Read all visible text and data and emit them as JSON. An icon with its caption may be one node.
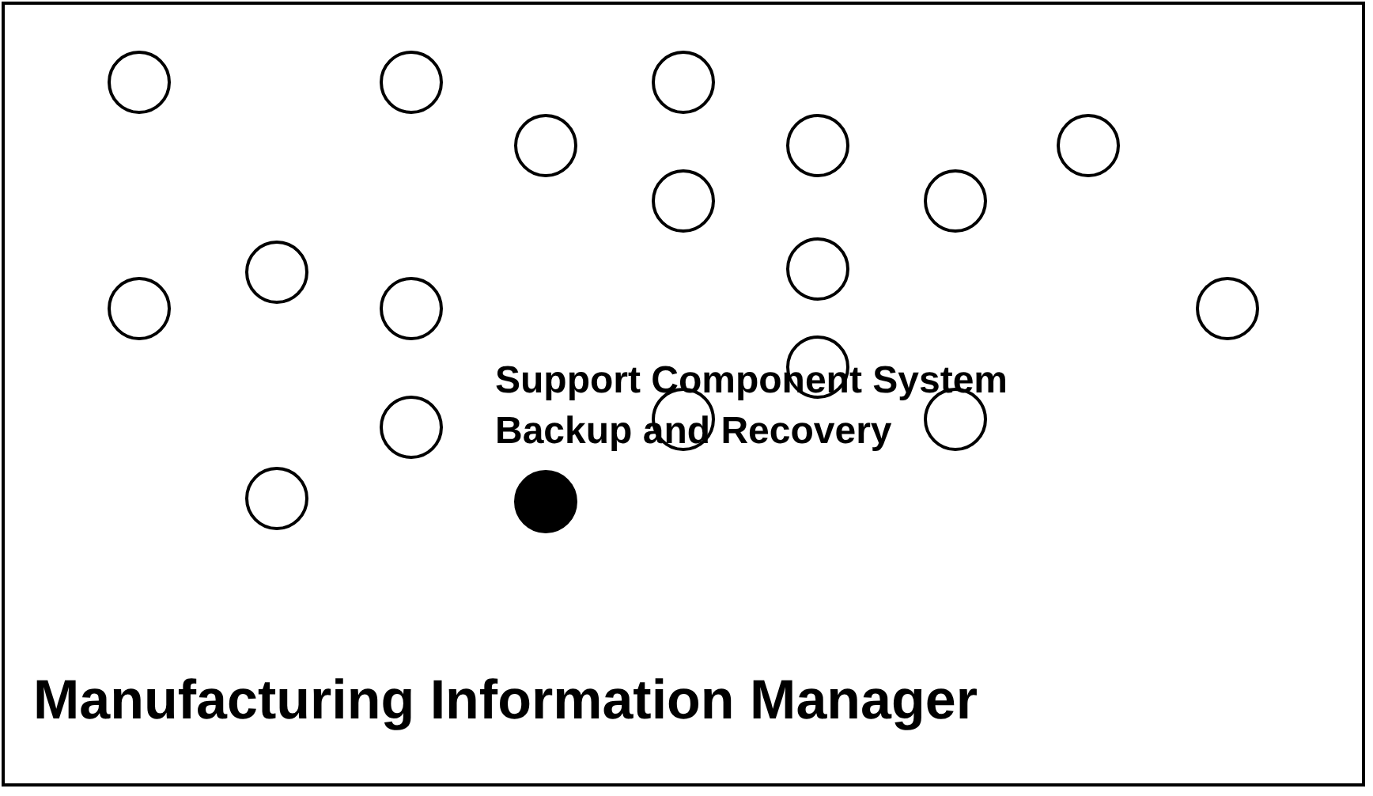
{
  "diagram": {
    "nodes": [
      {
        "text": [
          "Manufacturing Information Manager"
        ]
      },
      {
        "text": [],
        "shape": "circle",
        "in": 0
      },
      {
        "text": [],
        "shape": "circle",
        "in": 0
      },
      {
        "text": [],
        "shape": "circle",
        "in": 0
      },
      {
        "text": [],
        "shape": "circle",
        "in": 0
      },
      {
        "text": [],
        "shape": "circle",
        "in": 0
      },
      {
        "text": [],
        "shape": "circle",
        "in": 0
      },
      {
        "text": [],
        "shape": "circle",
        "in": 0
      },
      {
        "text": [],
        "shape": "circle",
        "in": 0
      },
      {
        "text": [],
        "shape": "circle",
        "in": 0
      },
      {
        "text": [],
        "shape": "circle",
        "in": 0
      },
      {
        "text": [],
        "shape": "circle",
        "in": 0
      },
      {
        "text": [],
        "shape": "circle",
        "in": 0
      },
      {
        "text": [],
        "shape": "circle",
        "in": 0
      },
      {
        "text": [],
        "shape": "circle",
        "in": 0
      },
      {
        "text": [],
        "shape": "circle",
        "in": 0
      },
      {
        "text": [],
        "shape": "circle",
        "in": 0
      },
      {
        "text": [],
        "shape": "circle",
        "in": 0
      },
      {
        "text": [],
        "shape": "circle",
        "in": 0
      },
      {
        "text": [],
        "shape": "dot",
        "in": 0,
        "beside": [
          "Support Component System Backup and Recovery"
        ]
      }
    ]
  }
}
